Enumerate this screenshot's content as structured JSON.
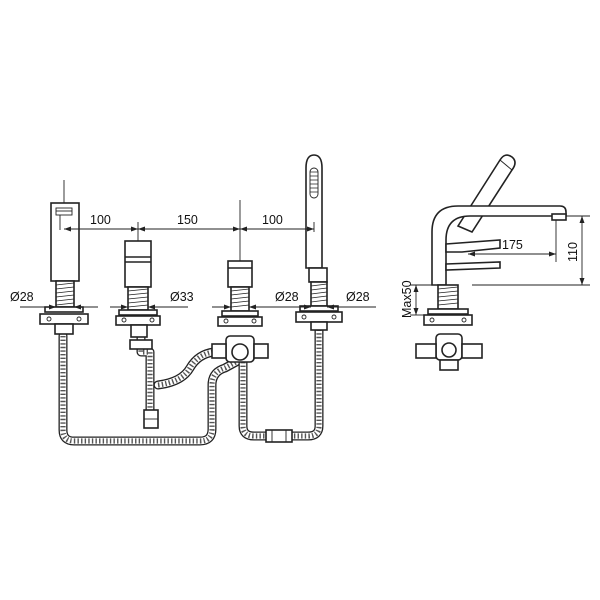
{
  "front_view": {
    "dimensions": {
      "spacing_1": "100",
      "spacing_2": "150",
      "spacing_3": "100",
      "dia_spout": "Ø28",
      "dia_valve_1": "Ø33",
      "dia_valve_2": "Ø28",
      "dia_shower": "Ø28"
    }
  },
  "side_view": {
    "dimensions": {
      "reach": "175",
      "height": "110",
      "max_deck": "Max50"
    }
  }
}
